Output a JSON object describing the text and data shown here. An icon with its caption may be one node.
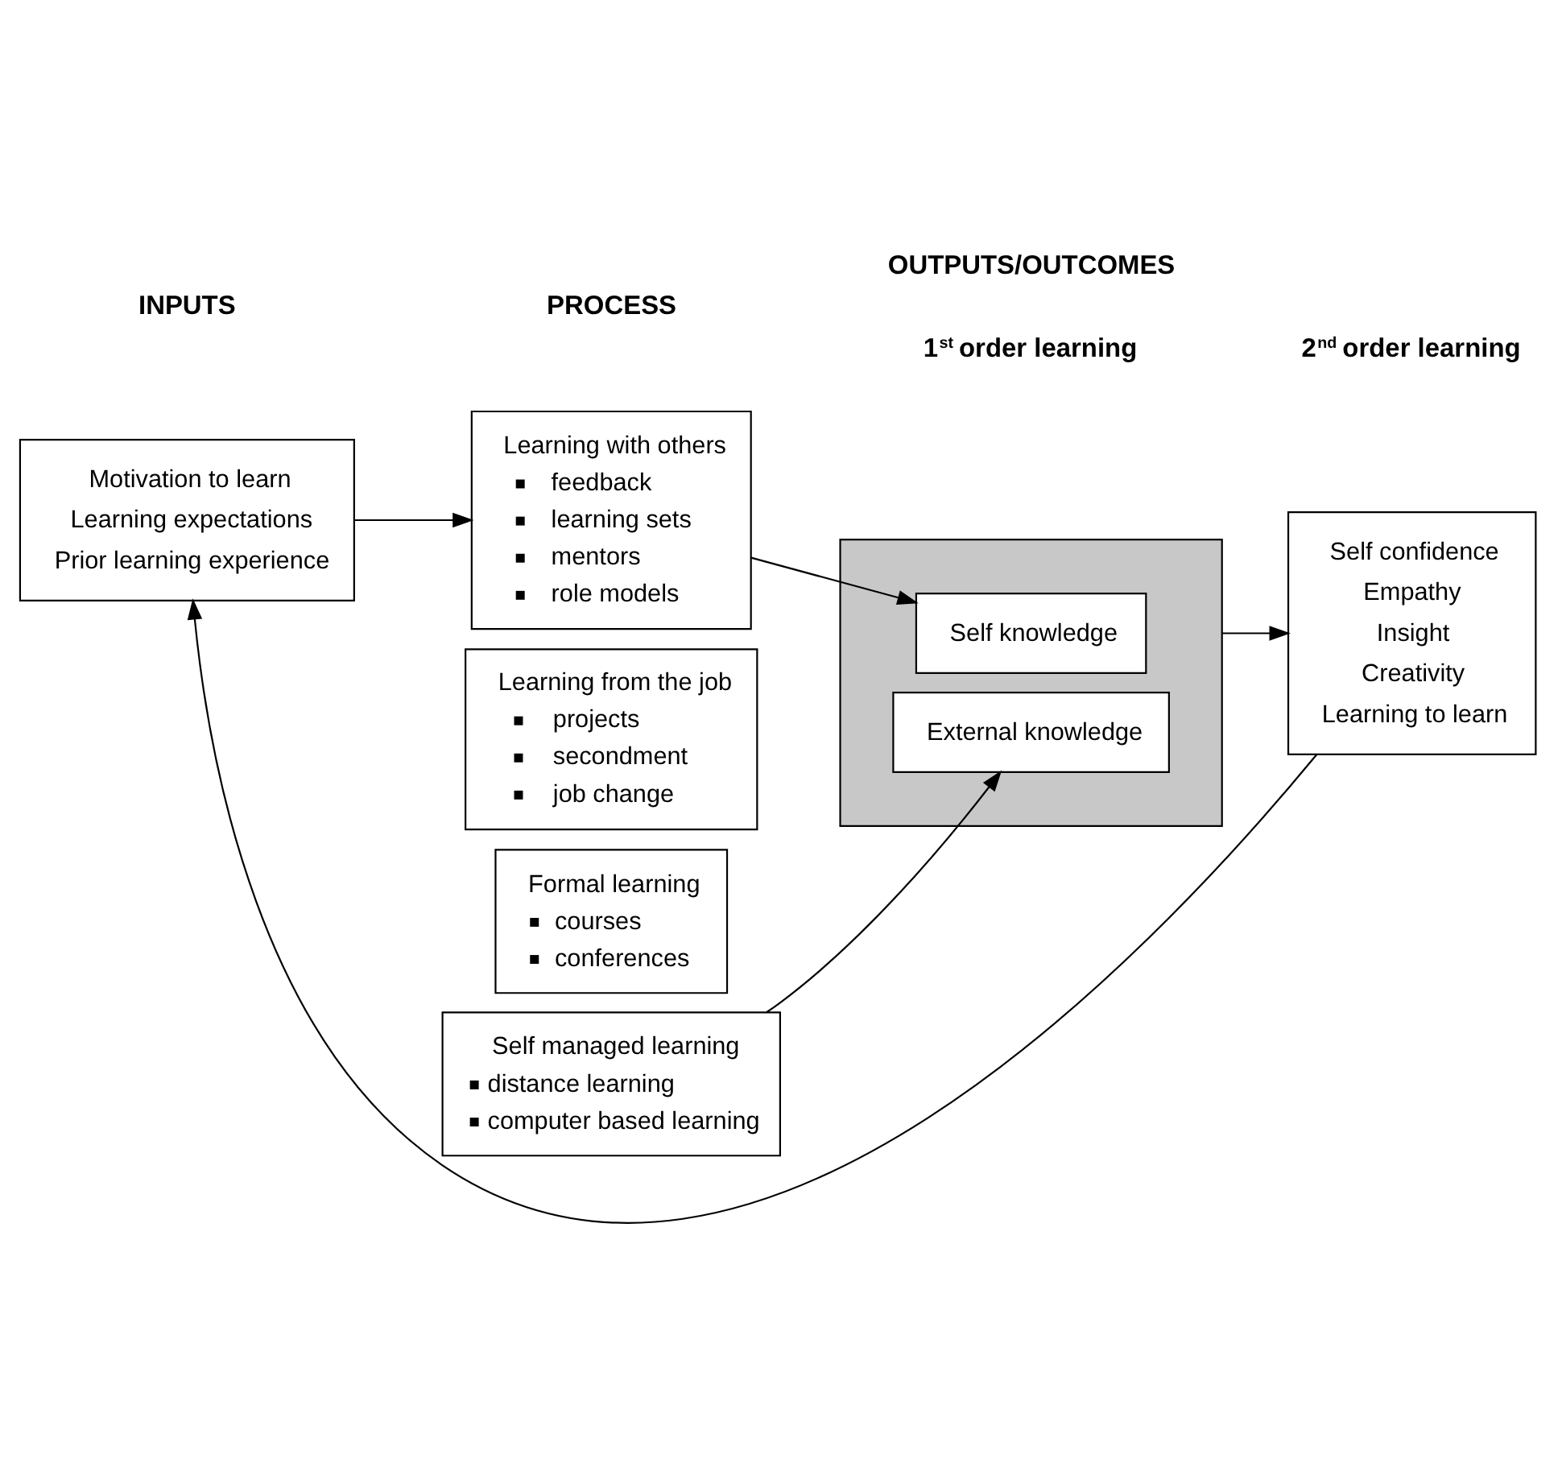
{
  "diagram": {
    "nodes": [
      {
        "text": [
          "Motivation to learn",
          "Learning expectations",
          "Prior learning experience"
        ]
      },
      {
        "text": [
          "Learning with others",
          "feedback",
          "learning sets",
          "mentors",
          "role models"
        ]
      },
      {
        "text": [
          "Learning from the job",
          "projects",
          "secondment",
          "job change"
        ]
      },
      {
        "text": [
          "Formal learning",
          "courses",
          "conferences"
        ]
      },
      {
        "text": [
          "Self managed learning",
          "distance learning",
          "computer based learning"
        ]
      },
      {
        "text": [],
        "shape": "bar"
      },
      {
        "text": [
          "Self knowledge"
        ],
        "in": 5
      },
      {
        "text": [
          "External knowledge"
        ],
        "in": 5
      },
      {
        "text": [
          "Self confidence",
          "Empathy",
          "Insight",
          "Creativity",
          "Learning to learn"
        ]
      }
    ],
    "edges": [
      {
        "from": 0,
        "to": 1,
        "arrow": "to"
      },
      {
        "from": 1,
        "to": 6,
        "arrow": "to"
      },
      {
        "from": 4,
        "to": 7,
        "arrow": "to"
      },
      {
        "from": 5,
        "to": 8,
        "arrow": "to"
      },
      {
        "from": 8,
        "to": 0,
        "arrow": "to"
      }
    ],
    "labels": [
      "INPUTS",
      "PROCESS",
      "OUTPUTS/OUTCOMES",
      "1$^{st}$ order learning",
      "2$^{nd}$ order learning"
    ]
  }
}
